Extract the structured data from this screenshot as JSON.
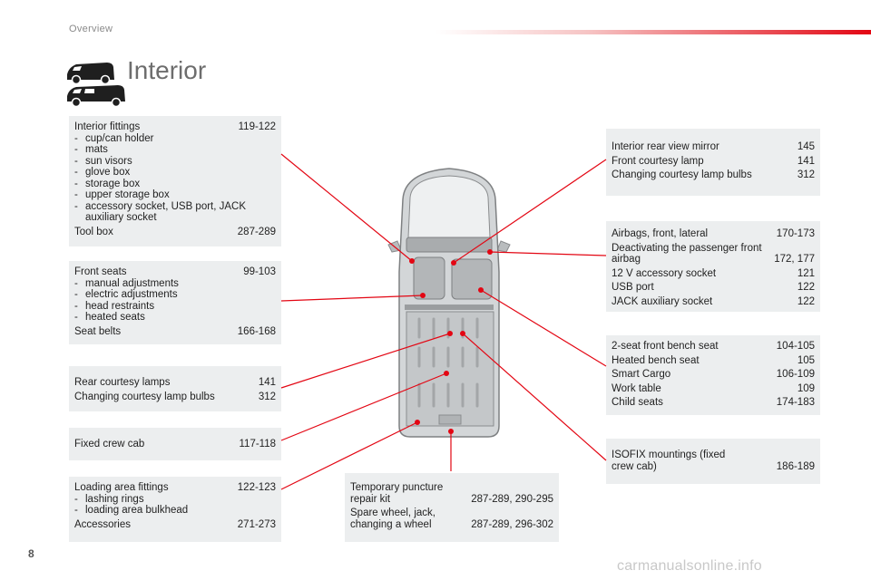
{
  "header": {
    "section": "Overview",
    "title": "Interior"
  },
  "page_number": "8",
  "watermark": "carmanualsonline.info",
  "colors": {
    "accent": "#e30613",
    "panel": "#eceeef",
    "van_body": "#cfd2d4"
  },
  "icons": [
    "van-icon",
    "crew-cab-van-icon"
  ],
  "boxes": {
    "interior_fittings": {
      "rows": [
        {
          "label": "Interior fittings",
          "page": "119-122"
        },
        {
          "label": "cup/can holder",
          "page": ""
        },
        {
          "label": "mats",
          "page": ""
        },
        {
          "label": "sun visors",
          "page": ""
        },
        {
          "label": "glove box",
          "page": ""
        },
        {
          "label": "storage box",
          "page": ""
        },
        {
          "label": "upper storage box",
          "page": ""
        },
        {
          "label": "accessory socket, USB port, JACK auxiliary socket",
          "page": ""
        },
        {
          "label": "Tool box",
          "page": "287-289"
        }
      ]
    },
    "front_seats": {
      "rows": [
        {
          "label": "Front seats",
          "page": "99-103"
        },
        {
          "label": "manual adjustments",
          "page": ""
        },
        {
          "label": "electric adjustments",
          "page": ""
        },
        {
          "label": "head restraints",
          "page": ""
        },
        {
          "label": "heated seats",
          "page": ""
        },
        {
          "label": "Seat belts",
          "page": "166-168"
        }
      ]
    },
    "rear_lamps": {
      "rows": [
        {
          "label": "Rear courtesy lamps",
          "page": "141"
        },
        {
          "label": "Changing courtesy lamp bulbs",
          "page": "312"
        }
      ]
    },
    "crew_cab": {
      "rows": [
        {
          "label": "Fixed crew cab",
          "page": "117-118"
        }
      ]
    },
    "loading_area": {
      "rows": [
        {
          "label": "Loading area fittings",
          "page": "122-123"
        },
        {
          "label": "lashing rings",
          "page": ""
        },
        {
          "label": "loading area bulkhead",
          "page": ""
        },
        {
          "label": "Accessories",
          "page": "271-273"
        }
      ]
    },
    "puncture": {
      "rows": [
        {
          "label": "Temporary puncture repair kit",
          "page": "287-289, 290-295"
        },
        {
          "label": "Spare wheel, jack, changing a wheel",
          "page": "287-289, 296-302"
        }
      ]
    },
    "mirror": {
      "rows": [
        {
          "label": "Interior rear view mirror",
          "page": "145"
        },
        {
          "label": "Front courtesy lamp",
          "page": "141"
        },
        {
          "label": "Changing courtesy lamp bulbs",
          "page": "312"
        }
      ]
    },
    "airbags": {
      "rows": [
        {
          "label": "Airbags, front, lateral",
          "page": "170-173"
        },
        {
          "label": "Deactivating the passenger front airbag",
          "page": "172, 177"
        },
        {
          "label": "12 V accessory socket",
          "page": "121"
        },
        {
          "label": "USB port",
          "page": "122"
        },
        {
          "label": "JACK auxiliary socket",
          "page": "122"
        }
      ]
    },
    "bench": {
      "rows": [
        {
          "label": "2-seat front bench seat",
          "page": "104-105"
        },
        {
          "label": "Heated bench seat",
          "page": "105"
        },
        {
          "label": "Smart Cargo",
          "page": "106-109"
        },
        {
          "label": "Work table",
          "page": "109"
        },
        {
          "label": "Child seats",
          "page": "174-183"
        }
      ]
    },
    "isofix": {
      "rows": [
        {
          "label": "ISOFIX mountings (fixed crew cab)",
          "page": "186-189"
        }
      ]
    }
  }
}
